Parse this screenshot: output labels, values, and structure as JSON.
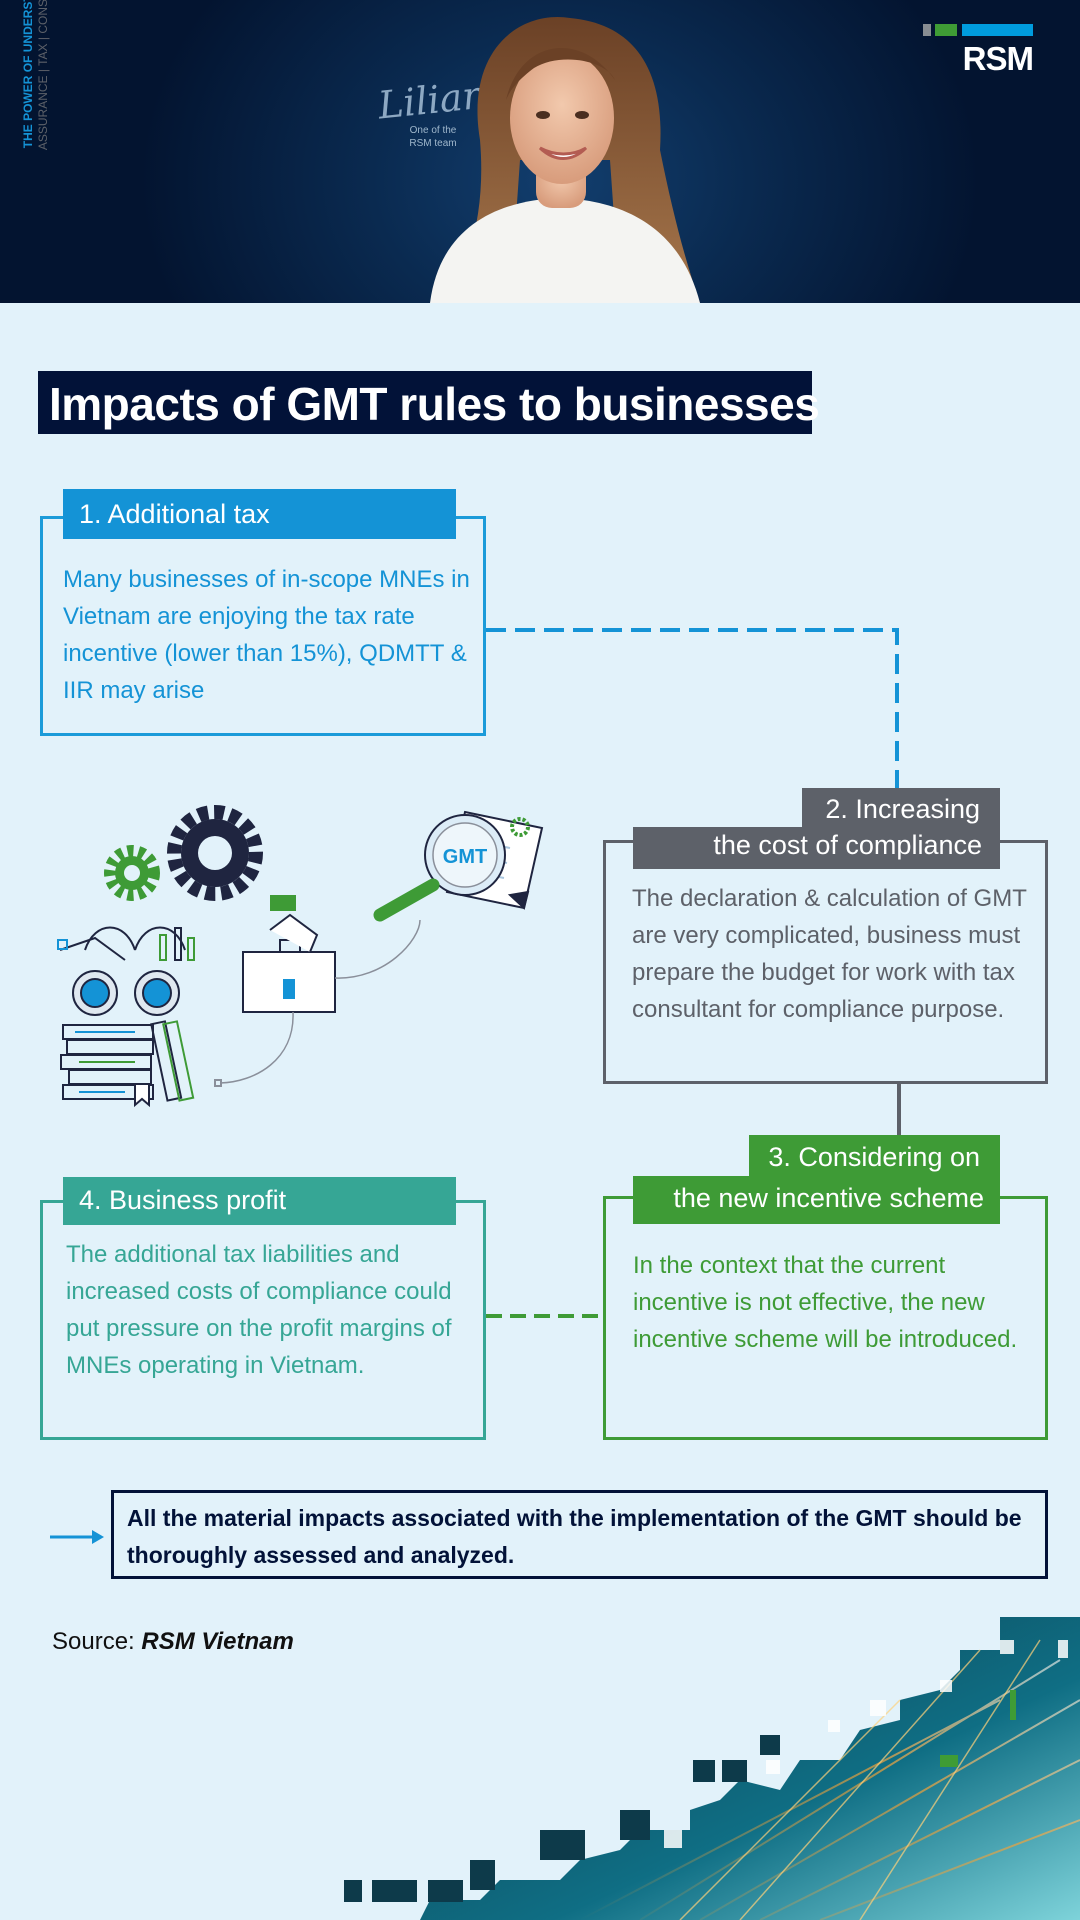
{
  "header": {
    "tagline_line1": "THE POWER OF UNDERSTANDING",
    "tagline_line2": "ASSURANCE | TAX | CONSULTING",
    "signature": "Lilian",
    "signature_caption_line1": "One of the",
    "signature_caption_line2": "RSM team",
    "brand": "RSM",
    "brand_colors": [
      "#888d92",
      "#3f9c35",
      "#009cde"
    ]
  },
  "title": "Impacts of GMT rules to businesses",
  "impacts": [
    {
      "label": "1. Additional tax",
      "text": "Many businesses of in-scope MNEs in Vietnam are enjoying the tax rate incentive (lower than 15%), QDMTT & IIR may arise",
      "color": "#1493d6"
    },
    {
      "label_line1": "2. Increasing",
      "label_line2": "the cost of compliance",
      "text": "The declaration & calculation of GMT are very complicated, business must prepare the budget for work with tax consultant for compliance purpose.",
      "color": "#5d6169"
    },
    {
      "label_line1": "3. Considering on",
      "label_line2": "the new incentive scheme",
      "text": "In the context that the current incentive is not effective, the new incentive scheme will be introduced.",
      "color": "#3e9b36"
    },
    {
      "label": "4. Business profit",
      "text": "The additional tax liabilities and increased costs of compliance could put pressure on the profit margins of MNEs operating in Vietnam.",
      "color": "#36a695"
    }
  ],
  "illustration": {
    "magnifier_text": "GMT",
    "icons": [
      "gear-icon",
      "binoculars-icon",
      "books-icon",
      "briefcase-icon",
      "magnifier-icon",
      "document-icon"
    ]
  },
  "conclusion": "All the material impacts associated with the implementation of the GMT should be thoroughly assessed and analyzed.",
  "source": {
    "label": "Source:",
    "value": "RSM Vietnam"
  }
}
